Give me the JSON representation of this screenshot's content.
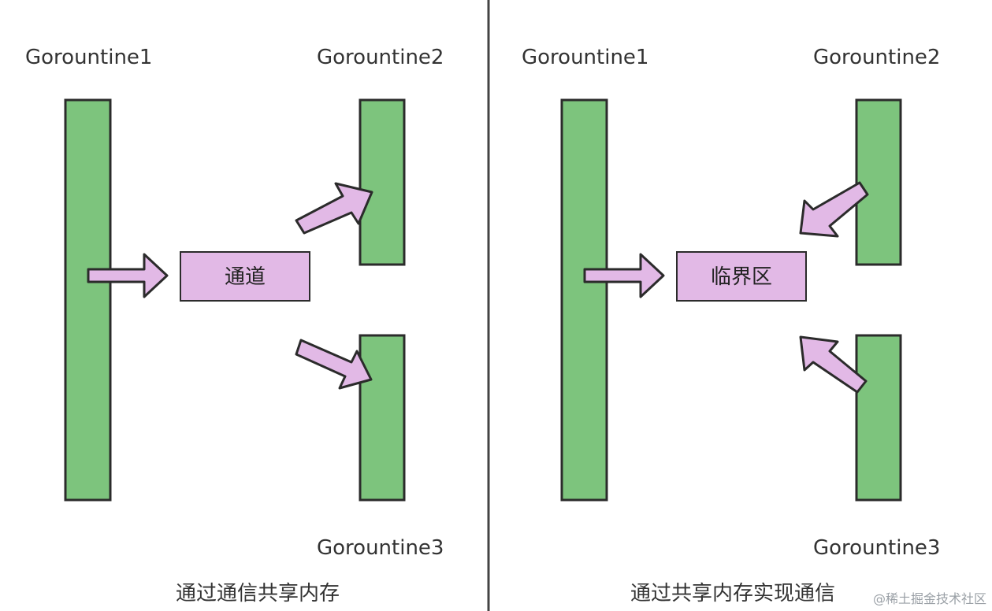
{
  "colors": {
    "goroutine_fill": "#7dc47d",
    "goroutine_stroke": "#2b2b2b",
    "arrow_fill": "#e2b9e6",
    "box_fill": "#e2b9e6",
    "divider": "#444444",
    "text": "#333333"
  },
  "left_panel": {
    "goroutine1_label": "Gorountine1",
    "goroutine2_label": "Gorountine2",
    "goroutine3_label": "Gorountine3",
    "center_box_label": "通道",
    "caption": "通过通信共享内存"
  },
  "right_panel": {
    "goroutine1_label": "Gorountine1",
    "goroutine2_label": "Gorountine2",
    "goroutine3_label": "Gorountine3",
    "center_box_label": "临界区",
    "caption": "通过共享内存实现通信"
  },
  "watermark": {
    "text": "@稀土掘金技术社区"
  }
}
